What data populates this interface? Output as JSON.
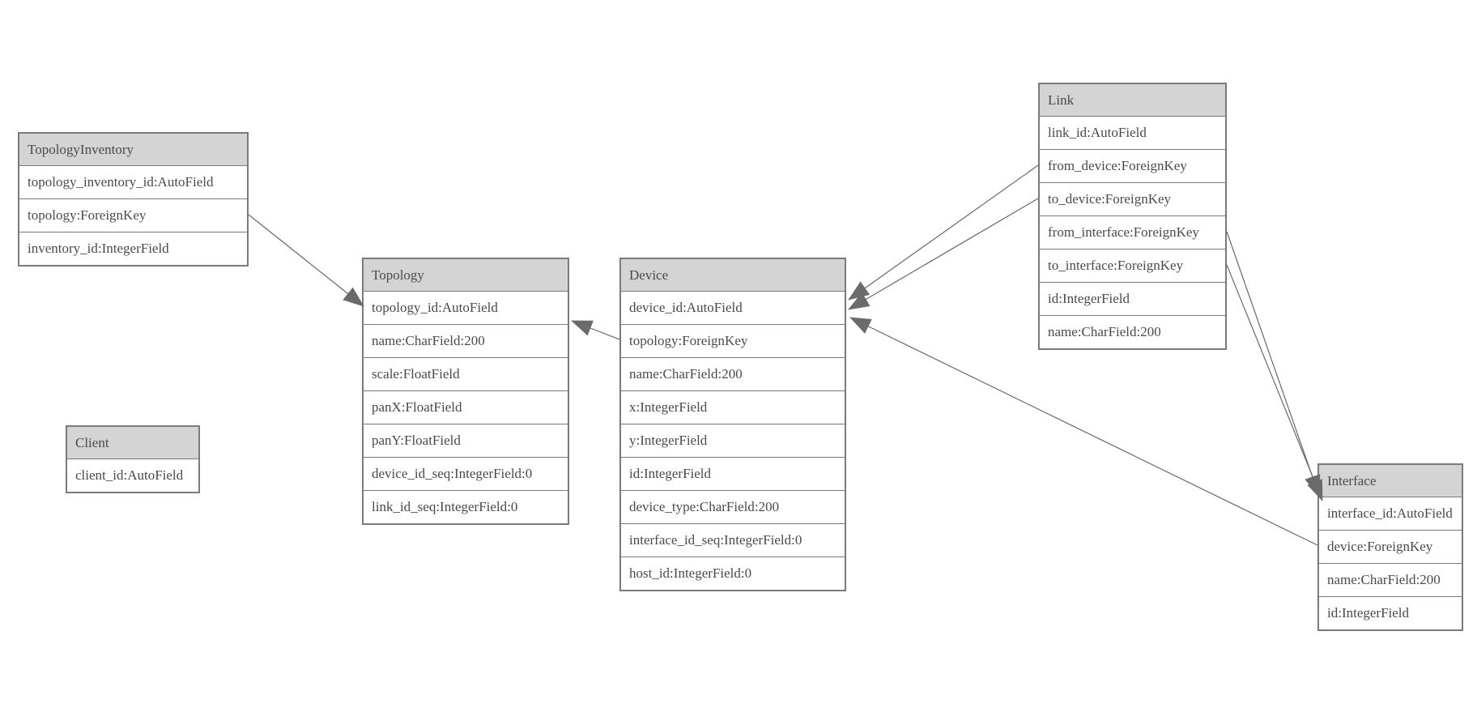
{
  "diagram": {
    "kind": "django-model-er-diagram",
    "colors": {
      "canvas_bg": "#ffffff",
      "header_bg": "#d4d4d4",
      "border": "#7a7a7a",
      "text": "#4a4a4a",
      "edge": "#686868",
      "arrowhead": "#6b6b6b"
    },
    "entities": [
      {
        "id": "topology-inventory",
        "name": "TopologyInventory",
        "fields": [
          "topology_inventory_id:AutoField",
          "topology:ForeignKey",
          "inventory_id:IntegerField"
        ]
      },
      {
        "id": "topology",
        "name": "Topology",
        "fields": [
          "topology_id:AutoField",
          "name:CharField:200",
          "scale:FloatField",
          "panX:FloatField",
          "panY:FloatField",
          "device_id_seq:IntegerField:0",
          "link_id_seq:IntegerField:0"
        ]
      },
      {
        "id": "client",
        "name": "Client",
        "fields": [
          "client_id:AutoField"
        ]
      },
      {
        "id": "device",
        "name": "Device",
        "fields": [
          "device_id:AutoField",
          "topology:ForeignKey",
          "name:CharField:200",
          "x:IntegerField",
          "y:IntegerField",
          "id:IntegerField",
          "device_type:CharField:200",
          "interface_id_seq:IntegerField:0",
          "host_id:IntegerField:0"
        ]
      },
      {
        "id": "link",
        "name": "Link",
        "fields": [
          "link_id:AutoField",
          "from_device:ForeignKey",
          "to_device:ForeignKey",
          "from_interface:ForeignKey",
          "to_interface:ForeignKey",
          "id:IntegerField",
          "name:CharField:200"
        ]
      },
      {
        "id": "interface",
        "name": "Interface",
        "fields": [
          "interface_id:AutoField",
          "device:ForeignKey",
          "name:CharField:200",
          "id:IntegerField"
        ]
      }
    ],
    "relationships": [
      {
        "from": "TopologyInventory.topology",
        "to": "Topology"
      },
      {
        "from": "Device.topology",
        "to": "Topology"
      },
      {
        "from": "Link.from_device",
        "to": "Device"
      },
      {
        "from": "Link.to_device",
        "to": "Device"
      },
      {
        "from": "Link.from_interface",
        "to": "Interface"
      },
      {
        "from": "Link.to_interface",
        "to": "Interface"
      },
      {
        "from": "Interface.device",
        "to": "Device"
      }
    ]
  }
}
